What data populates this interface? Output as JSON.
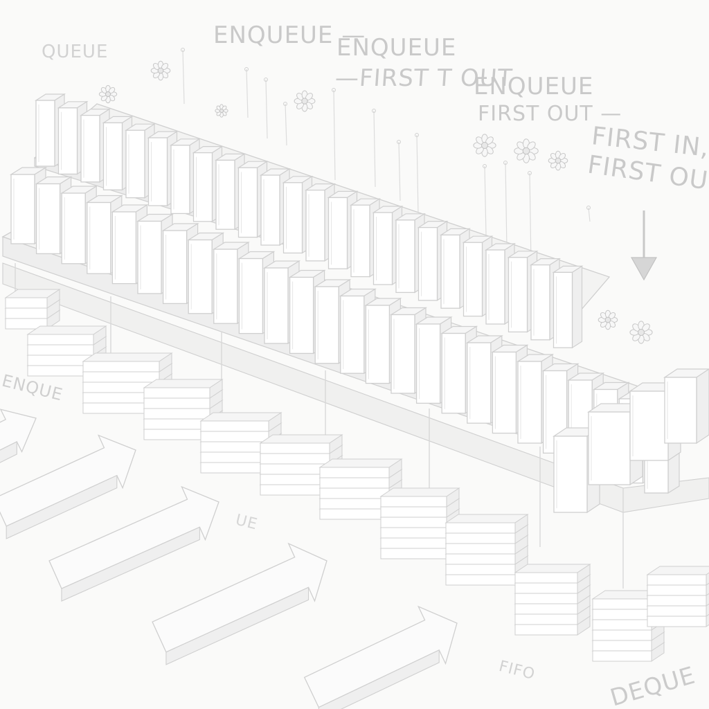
{
  "labels": {
    "queue": "QUEUE",
    "enqueue_1": "ENQUEUE —",
    "enqueue_2": "ENQUEUE",
    "first_t_out": "—FIRST  T OUT",
    "enqueue_3": "ENQUEUE",
    "first_out": "FIRST OUT —",
    "fifo_line1": "FIRST IN,",
    "fifo_line2": "FIRST OUT",
    "enqueue_left": "ENQUE",
    "ue_mid": "UE",
    "fifo_bottom": "FIFO",
    "dequeue": "DEQUE"
  },
  "icons": {
    "down_arrow": "down-arrow-icon",
    "flower": "flower-icon",
    "right_arrow": "right-arrow-icon"
  },
  "colors": {
    "background": "#fafaf9",
    "stroke": "#cfcfcf",
    "block_fill": "#ffffff",
    "label": "#c9c9c9"
  }
}
